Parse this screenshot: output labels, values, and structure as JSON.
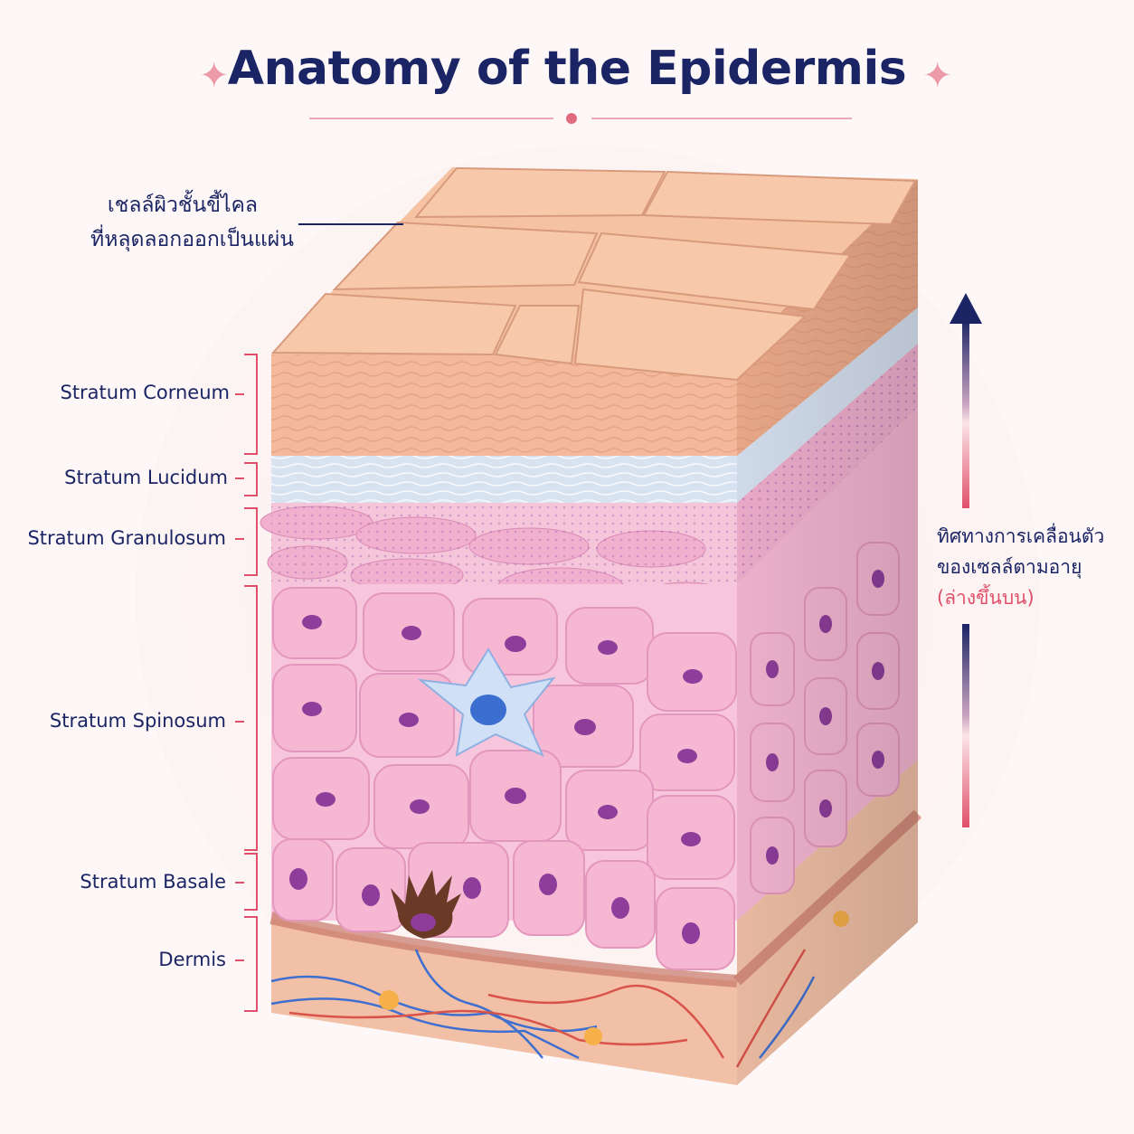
{
  "title": "Anatomy of the Epidermis",
  "callout": {
    "line1": "เชลล์ผิวชั้นขี้ไคล",
    "line2": "ที่หลุดลอกออกเป็นแผ่น"
  },
  "layers": [
    {
      "key": "corneum",
      "label": "Stratum Corneum"
    },
    {
      "key": "lucidum",
      "label": "Stratum Lucidum"
    },
    {
      "key": "granulosum",
      "label": "Stratum Granulosum"
    },
    {
      "key": "spinosum",
      "label": "Stratum Spinosum"
    },
    {
      "key": "basale",
      "label": "Stratum Basale"
    },
    {
      "key": "dermis",
      "label": "Dermis"
    }
  ],
  "direction": {
    "line1": "ทิศทางการเคลื่อนตัว",
    "line2": "ของเซลล์ตามอายุ",
    "line3": "(ล่างขึ้นบน)"
  },
  "colors": {
    "title": "#1b2464",
    "accent": "#e0506a",
    "corneum": "#f3b99a",
    "lucidum": "#d8e3f2",
    "granulosum": "#f2b6d2",
    "spinosum": "#f6b7d3",
    "nucleus": "#8e3e9a",
    "dermis": "#f1c0a6"
  }
}
